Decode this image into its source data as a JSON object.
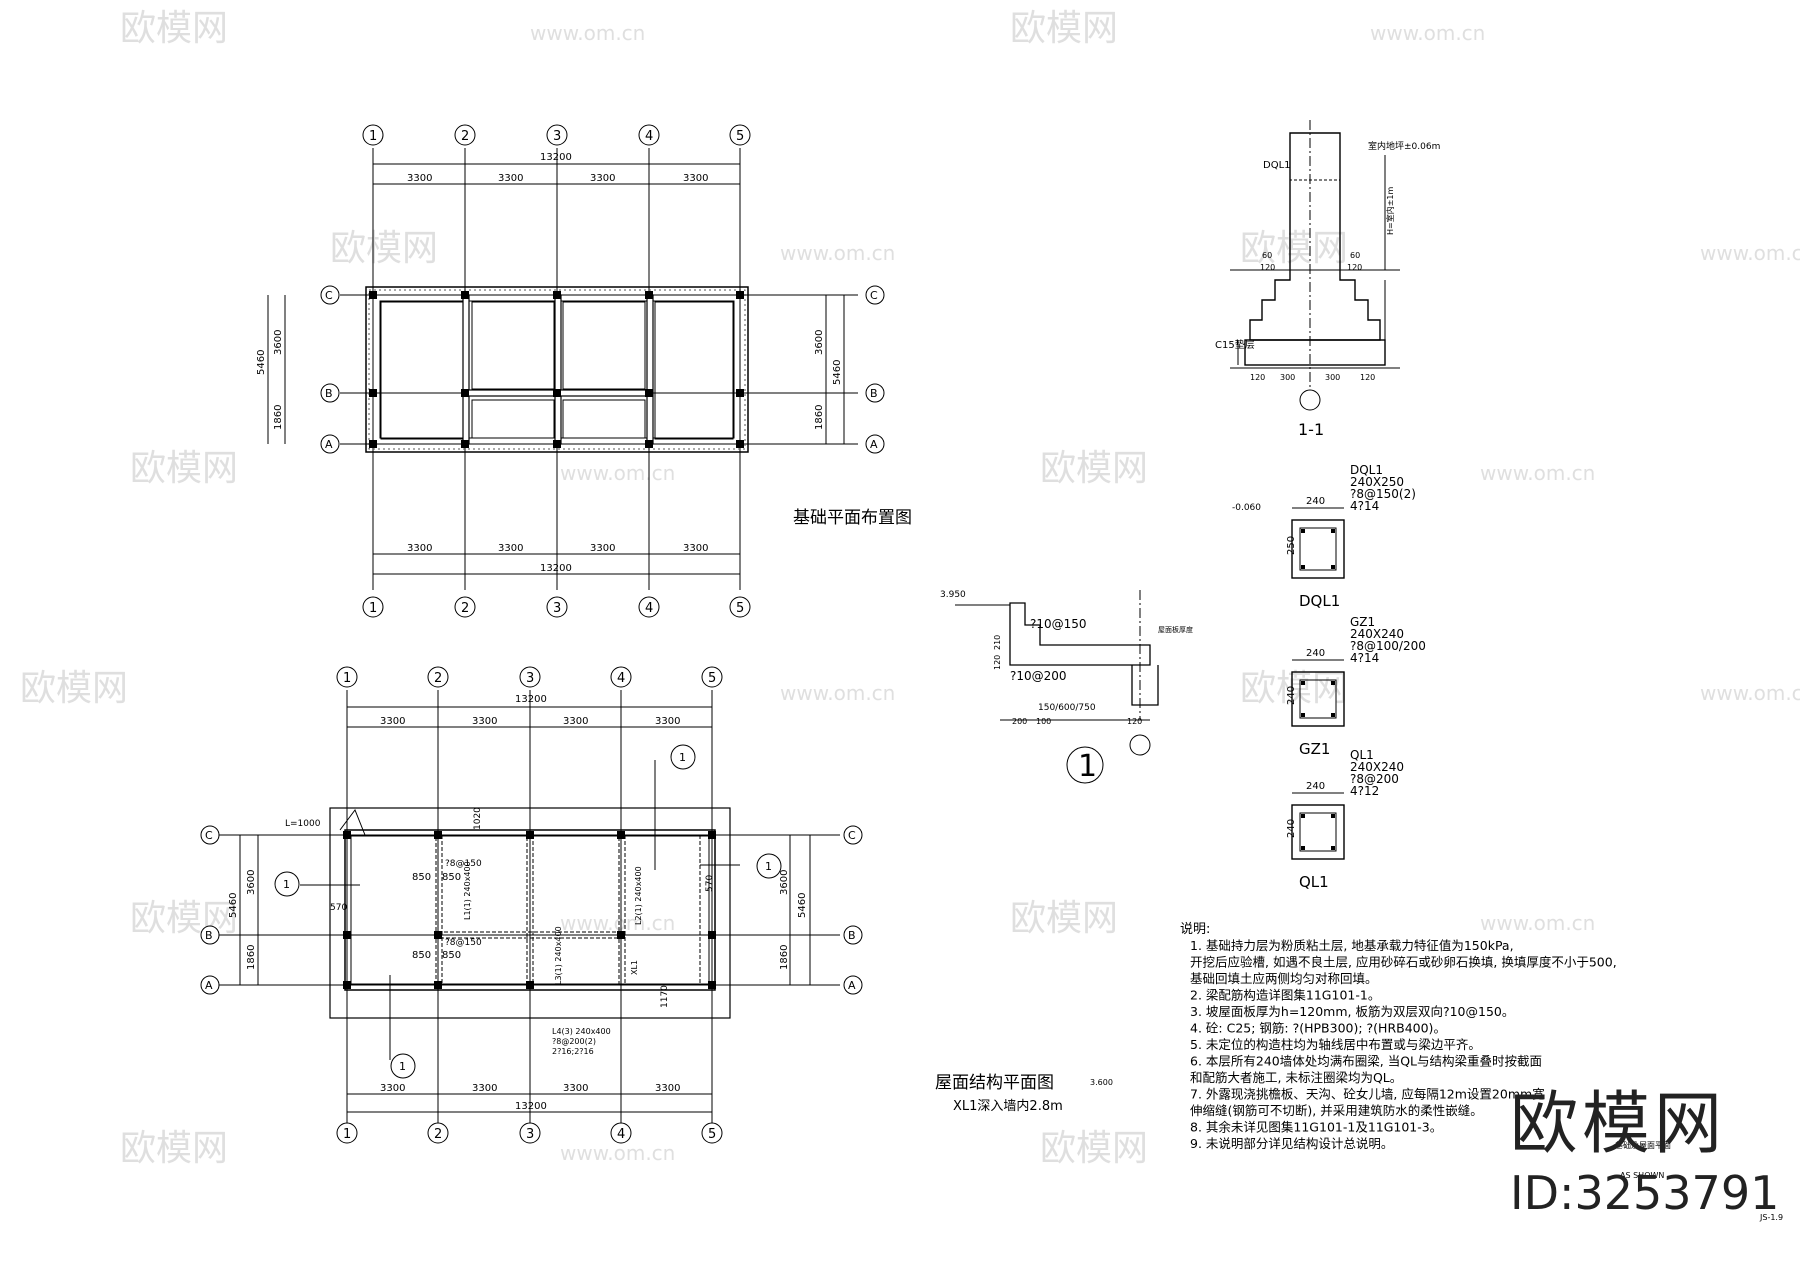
{
  "watermarks": {
    "brand": "欧模网",
    "url": "www.om.cn",
    "url_alt": "WWW.om.cn"
  },
  "branding": {
    "name": "欧模网",
    "id": "ID:3253791"
  },
  "foundation_plan": {
    "title": "基础平面布置图",
    "grid_cols": [
      "1",
      "2",
      "3",
      "4",
      "5"
    ],
    "grid_rows": [
      "C",
      "B",
      "A"
    ],
    "total_length": "13200",
    "bay": "3300",
    "total_depth": "5460",
    "depth_1": "3600",
    "depth_2": "1860"
  },
  "roof_plan": {
    "title": "屋面结构平面图",
    "level": "3.600",
    "note": "XL1深入墙内2.8m",
    "total_length": "13200",
    "bay": "3300",
    "total_depth": "5460",
    "depth_1": "3600",
    "depth_2": "1860",
    "dim_1020": "1020",
    "dim_850": "850",
    "dim_570": "570",
    "dim_1170": "1170",
    "rebar_150": "?8@150",
    "beam_l1": "L1(1) 240x400",
    "beam_l2": "L2(1) 240x400",
    "beam_l3": "L3(1) 240x400",
    "beam_l4": "L4(3) 240x400",
    "beam_sub1": "?8@200(2)",
    "beam_sub2": "2?16;2?16",
    "xl1": "XL1",
    "cantilever": "L=1000",
    "section_mark": "1"
  },
  "section_1_1": {
    "title": "1-1",
    "label_dql1": "DQL1",
    "label_c15": "C15垫层",
    "level": "室内地坪±0.06m",
    "dim_120": "120",
    "dim_300": "300",
    "dim_60": "60",
    "dim_h": "H=室内±1m"
  },
  "detail_1": {
    "title": "1",
    "level": "3.950",
    "rebar_a": "?10@150",
    "rebar_b": "?10@200",
    "dims": "150/600/750",
    "dim_200": "200",
    "dim_100": "100",
    "dim_120": "120",
    "dim_210": "210",
    "note": "屋面板厚度"
  },
  "sections": [
    {
      "name": "DQL1",
      "size": "240X250",
      "stirrup": "?8@150(2)",
      "bars": "4?14",
      "width": "240",
      "height": "250",
      "level": "-0.060"
    },
    {
      "name": "GZ1",
      "size": "240X240",
      "stirrup": "?8@100/200",
      "bars": "4?14",
      "width": "240",
      "height": "240",
      "level": ""
    },
    {
      "name": "QL1",
      "size": "240X240",
      "stirrup": "?8@200",
      "bars": "4?12",
      "width": "240",
      "height": "240",
      "level": ""
    }
  ],
  "notes": {
    "heading": "说明:",
    "lines": [
      "1. 基础持力层为粉质粘土层, 地基承载力特征值为150kPa,",
      "    开挖后应验槽, 如遇不良土层, 应用砂碎石或砂卵石换填, 换填厚度不小于500,",
      "    基础回填土应两侧均匀对称回填。",
      "2. 梁配筋构造详图集11G101-1。",
      "3. 坡屋面板厚为h=120mm, 板筋为双层双向?10@150。",
      "4. 砼: C25; 钢筋: ?(HPB300); ?(HRB400)。",
      "5. 未定位的构造柱均为轴线居中布置或与梁边平齐。",
      "6. 本层所有240墙体处均满布圈梁, 当QL与结构梁重叠时按截面",
      "    和配筋大者施工, 未标注圈梁均为QL。",
      "7. 外露现浇挑檐板、天沟、砼女儿墙, 应每隔12m设置20mm宽",
      "    伸缩缝(钢筋可不切断), 并采用建筑防水的柔性嵌缝。",
      "8. 其余未详见图集11G101-1及11G101-3。",
      "9. 未说明部分详见结构设计总说明。"
    ]
  },
  "title_block": {
    "scale": "AS SHOWN",
    "drawing_no": "JS-1.9",
    "caption": "基础及屋面平面"
  }
}
